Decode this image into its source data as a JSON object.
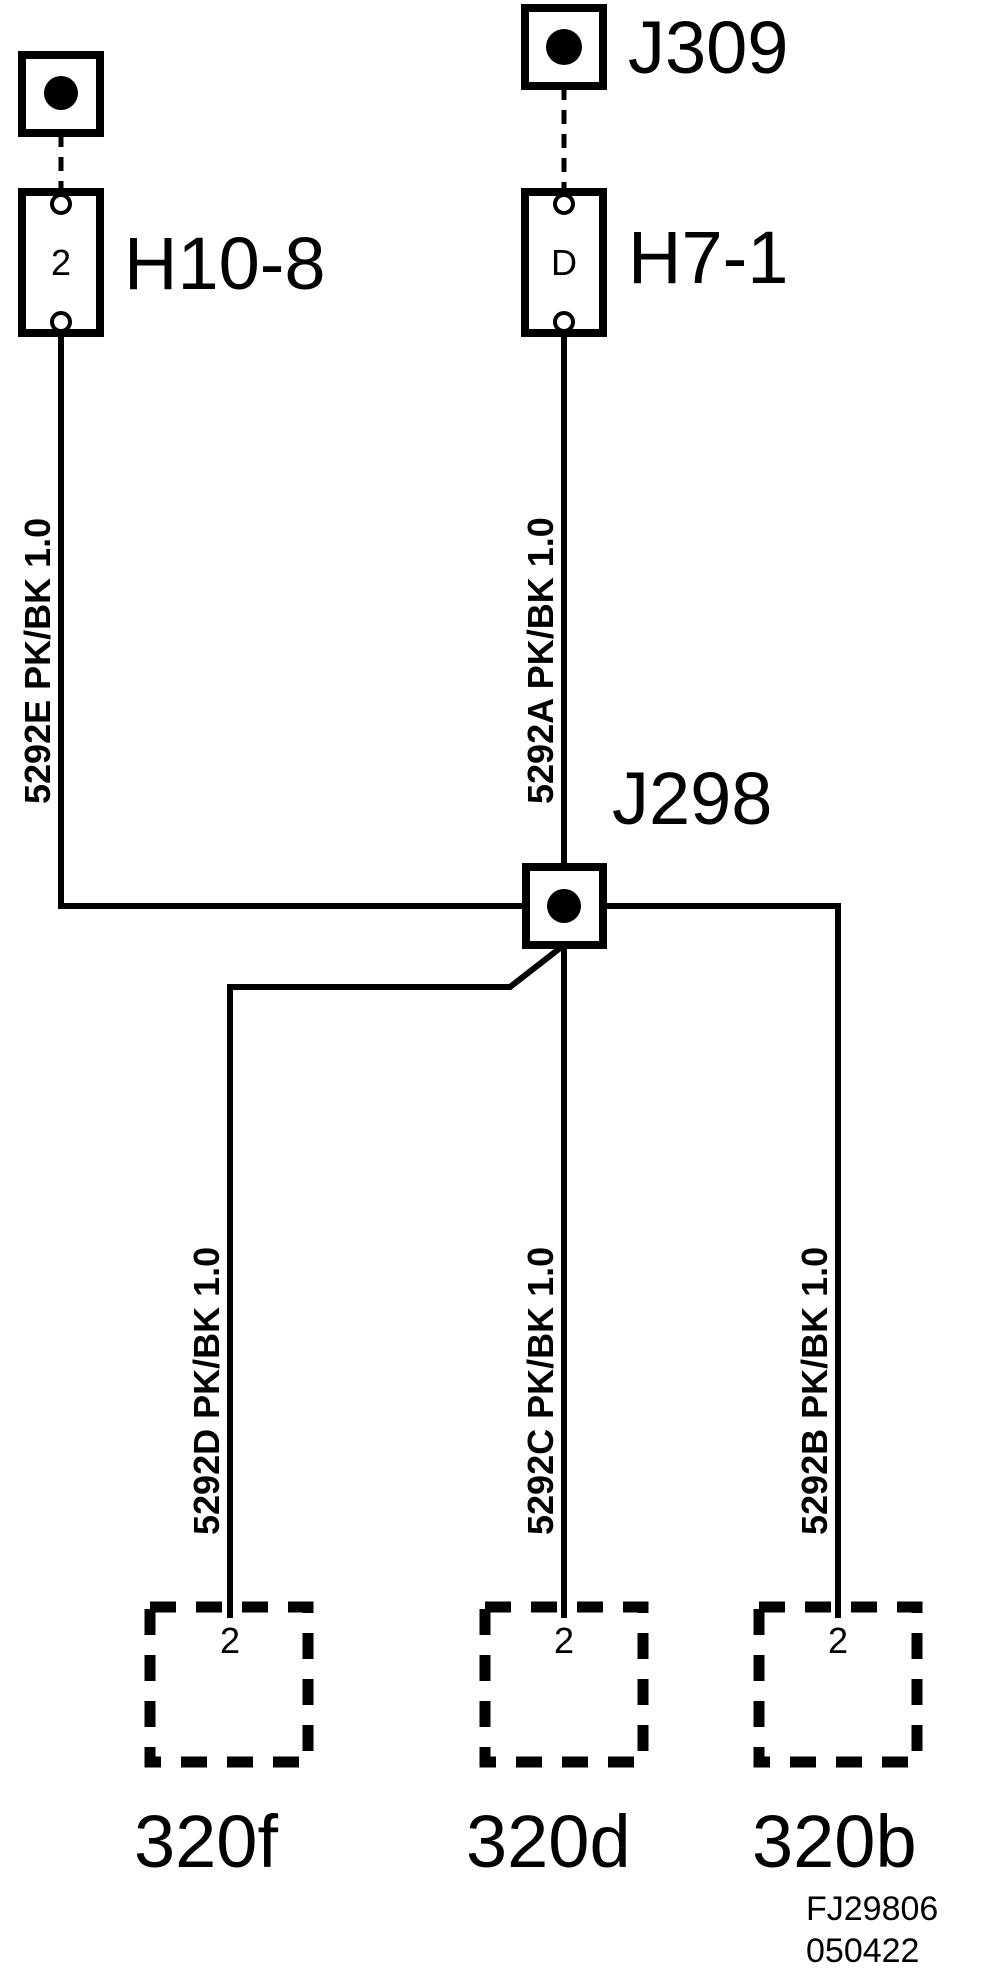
{
  "connectors": {
    "top_left_pin": "2",
    "top_left_name": "H10-8",
    "top_right_pin": "D",
    "top_right_name": "H7-1",
    "top_right_ground": "J309",
    "splice": "J298"
  },
  "wires": {
    "w_e": "5292E  PK/BK  1.0",
    "w_a": "5292A  PK/BK  1.0",
    "w_d": "5292D  PK/BK  1.0",
    "w_c": "5292C  PK/BK  1.0",
    "w_b": "5292B  PK/BK  1.0"
  },
  "components": [
    {
      "pin": "2",
      "name": "320f"
    },
    {
      "pin": "2",
      "name": "320d"
    },
    {
      "pin": "2",
      "name": "320b"
    }
  ],
  "footer": {
    "code": "FJ29806",
    "date": "050422"
  }
}
